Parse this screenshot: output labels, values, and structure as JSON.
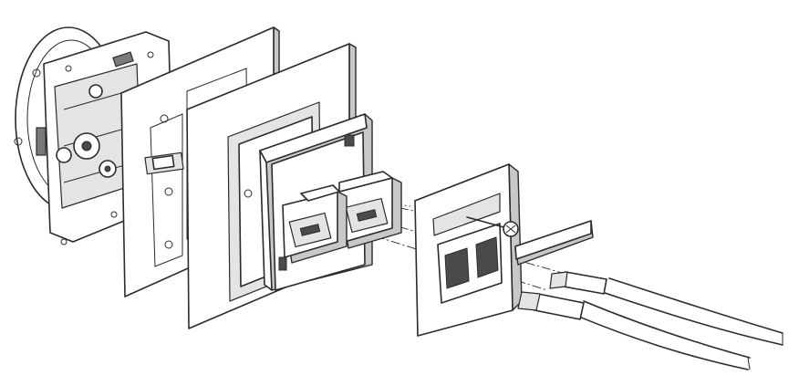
{
  "diagram": {
    "type": "exploded-assembly-drawing",
    "parts": [
      "mounting-box-with-base",
      "mounting-plate",
      "cover-frame",
      "keystone-carrier",
      "keystone-module-top",
      "keystone-module-bottom",
      "faceplate-with-label-window",
      "fixing-screw",
      "label-strip",
      "patch-cable-top",
      "patch-cable-bottom"
    ],
    "colors": {
      "line": "#2b2b2b",
      "shade_light": "#e4e4e4",
      "shade_mid": "#c8c8c8",
      "shade_dark": "#7a7a7a",
      "background": "#ffffff"
    }
  }
}
